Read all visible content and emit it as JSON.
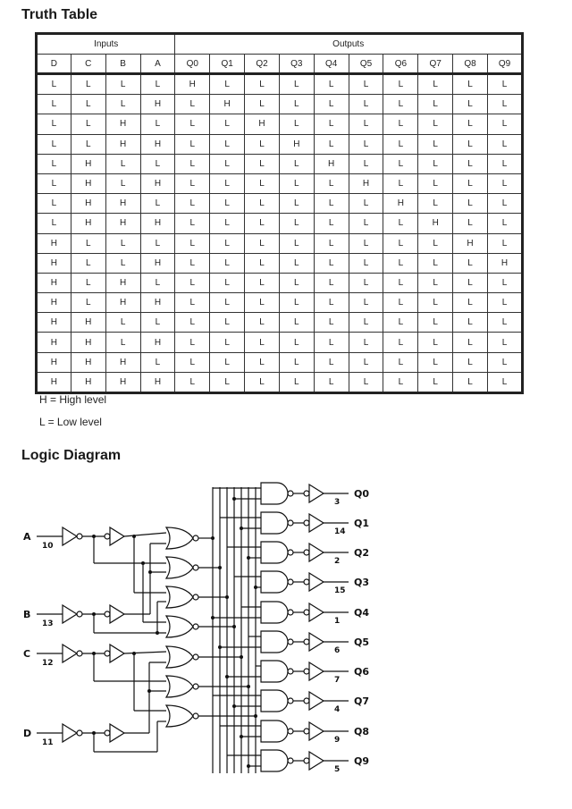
{
  "truth_table": {
    "title": "Truth Table",
    "group_headers": [
      {
        "label": "Inputs",
        "span": 4
      },
      {
        "label": "Outputs",
        "span": 10
      }
    ],
    "columns": [
      "D",
      "C",
      "B",
      "A",
      "Q0",
      "Q1",
      "Q2",
      "Q3",
      "Q4",
      "Q5",
      "Q6",
      "Q7",
      "Q8",
      "Q9"
    ],
    "rows": [
      [
        "L",
        "L",
        "L",
        "L",
        "H",
        "L",
        "L",
        "L",
        "L",
        "L",
        "L",
        "L",
        "L",
        "L"
      ],
      [
        "L",
        "L",
        "L",
        "H",
        "L",
        "H",
        "L",
        "L",
        "L",
        "L",
        "L",
        "L",
        "L",
        "L"
      ],
      [
        "L",
        "L",
        "H",
        "L",
        "L",
        "L",
        "H",
        "L",
        "L",
        "L",
        "L",
        "L",
        "L",
        "L"
      ],
      [
        "L",
        "L",
        "H",
        "H",
        "L",
        "L",
        "L",
        "H",
        "L",
        "L",
        "L",
        "L",
        "L",
        "L"
      ],
      [
        "L",
        "H",
        "L",
        "L",
        "L",
        "L",
        "L",
        "L",
        "H",
        "L",
        "L",
        "L",
        "L",
        "L"
      ],
      [
        "L",
        "H",
        "L",
        "H",
        "L",
        "L",
        "L",
        "L",
        "L",
        "H",
        "L",
        "L",
        "L",
        "L"
      ],
      [
        "L",
        "H",
        "H",
        "L",
        "L",
        "L",
        "L",
        "L",
        "L",
        "L",
        "H",
        "L",
        "L",
        "L"
      ],
      [
        "L",
        "H",
        "H",
        "H",
        "L",
        "L",
        "L",
        "L",
        "L",
        "L",
        "L",
        "H",
        "L",
        "L"
      ],
      [
        "H",
        "L",
        "L",
        "L",
        "L",
        "L",
        "L",
        "L",
        "L",
        "L",
        "L",
        "L",
        "H",
        "L"
      ],
      [
        "H",
        "L",
        "L",
        "H",
        "L",
        "L",
        "L",
        "L",
        "L",
        "L",
        "L",
        "L",
        "L",
        "H"
      ],
      [
        "H",
        "L",
        "H",
        "L",
        "L",
        "L",
        "L",
        "L",
        "L",
        "L",
        "L",
        "L",
        "L",
        "L"
      ],
      [
        "H",
        "L",
        "H",
        "H",
        "L",
        "L",
        "L",
        "L",
        "L",
        "L",
        "L",
        "L",
        "L",
        "L"
      ],
      [
        "H",
        "H",
        "L",
        "L",
        "L",
        "L",
        "L",
        "L",
        "L",
        "L",
        "L",
        "L",
        "L",
        "L"
      ],
      [
        "H",
        "H",
        "L",
        "H",
        "L",
        "L",
        "L",
        "L",
        "L",
        "L",
        "L",
        "L",
        "L",
        "L"
      ],
      [
        "H",
        "H",
        "H",
        "L",
        "L",
        "L",
        "L",
        "L",
        "L",
        "L",
        "L",
        "L",
        "L",
        "L"
      ],
      [
        "H",
        "H",
        "H",
        "H",
        "L",
        "L",
        "L",
        "L",
        "L",
        "L",
        "L",
        "L",
        "L",
        "L"
      ]
    ],
    "legend": {
      "high": "H = High level",
      "low": "L = Low level"
    }
  },
  "logic_diagram": {
    "title": "Logic Diagram",
    "inputs": [
      {
        "name": "A",
        "pin": "10"
      },
      {
        "name": "B",
        "pin": "13"
      },
      {
        "name": "C",
        "pin": "12"
      },
      {
        "name": "D",
        "pin": "11"
      }
    ],
    "outputs": [
      {
        "name": "Q0",
        "pin": "3"
      },
      {
        "name": "Q1",
        "pin": "14"
      },
      {
        "name": "Q2",
        "pin": "2"
      },
      {
        "name": "Q3",
        "pin": "15"
      },
      {
        "name": "Q4",
        "pin": "1"
      },
      {
        "name": "Q5",
        "pin": "6"
      },
      {
        "name": "Q6",
        "pin": "7"
      },
      {
        "name": "Q7",
        "pin": "4"
      },
      {
        "name": "Q8",
        "pin": "9"
      },
      {
        "name": "Q9",
        "pin": "5"
      }
    ]
  }
}
